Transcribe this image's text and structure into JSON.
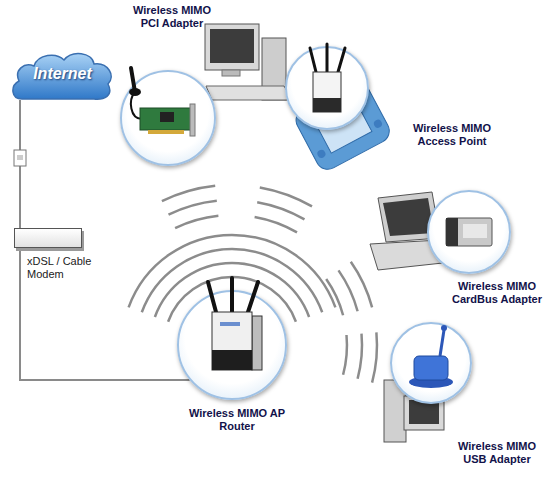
{
  "diagram": {
    "nodes": [
      {
        "text": [
          "Internet"
        ]
      },
      {
        "text": [
          "Wireless MIMO PCI Adapter"
        ]
      },
      {
        "text": [
          "Wireless MIMO Access Point"
        ]
      },
      {
        "text": [
          "xDSL / Cable Modem"
        ]
      },
      {
        "text": [
          "Wireless MIMO CardBus Adapter"
        ]
      },
      {
        "text": [
          "Wireless MIMO AP Router"
        ]
      },
      {
        "text": [
          "Wireless MIMO USB Adapter"
        ]
      }
    ],
    "edges": [
      {
        "from": 0,
        "to": 3,
        "arrow": "none"
      },
      {
        "from": 3,
        "to": 5,
        "arrow": "none"
      }
    ]
  }
}
